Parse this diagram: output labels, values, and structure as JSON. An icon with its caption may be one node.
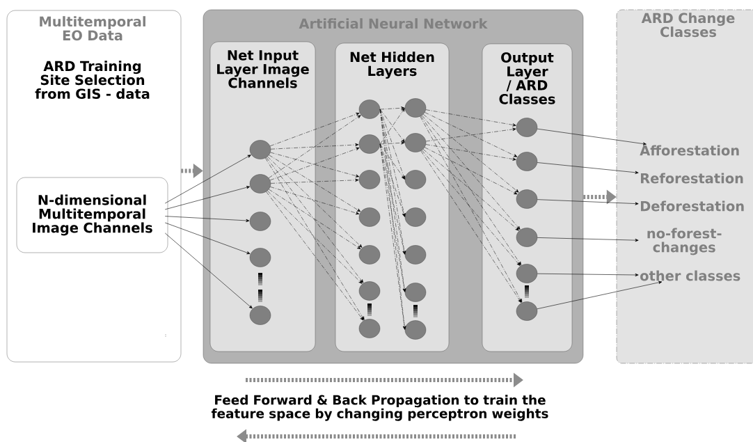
{
  "diagram": {
    "nodes": [
      {
        "text": [
          "Multitemporal EO Data",
          "ARD Training Site Selection from GIS - data"
        ]
      },
      {
        "text": [
          "N-dimensional Multitemporal Image Channels"
        ],
        "in": 0
      },
      {
        "text": [
          "Artificial Neural Network"
        ]
      },
      {
        "text": [
          "Net Input Layer Image Channels"
        ],
        "in": 2
      },
      {
        "text": [
          "Net Hidden Layers"
        ],
        "in": 2
      },
      {
        "text": [
          "Output Layer / ARD Classes"
        ],
        "in": 2
      },
      {
        "text": [
          "ARD Change Classes"
        ]
      },
      {
        "text": [
          "Afforestation"
        ],
        "in": 6
      },
      {
        "text": [
          "Reforestation"
        ],
        "in": 6
      },
      {
        "text": [
          "Deforestation"
        ],
        "in": 6
      },
      {
        "text": [
          "no-forest- changes"
        ],
        "in": 6
      },
      {
        "text": [
          "other classes"
        ],
        "in": 6
      },
      {
        "text": [],
        "shape": "circle",
        "in": 3
      },
      {
        "text": [],
        "shape": "circle",
        "in": 3
      },
      {
        "text": [],
        "shape": "circle",
        "in": 3
      },
      {
        "text": [],
        "shape": "circle",
        "in": 3
      },
      {
        "text": [],
        "shape": "circle",
        "in": 3
      },
      {
        "text": [],
        "shape": "circle",
        "in": 4
      },
      {
        "text": [],
        "shape": "circle",
        "in": 4
      },
      {
        "text": [],
        "shape": "circle",
        "in": 4
      },
      {
        "text": [],
        "shape": "circle",
        "in": 4
      },
      {
        "text": [],
        "shape": "circle",
        "in": 4
      },
      {
        "text": [],
        "shape": "circle",
        "in": 4
      },
      {
        "text": [],
        "shape": "circle",
        "in": 4
      },
      {
        "text": [],
        "shape": "circle",
        "in": 4
      },
      {
        "text": [],
        "shape": "circle",
        "in": 4
      },
      {
        "text": [],
        "shape": "circle",
        "in": 4
      },
      {
        "text": [],
        "shape": "circle",
        "in": 4
      },
      {
        "text": [],
        "shape": "circle",
        "in": 4
      },
      {
        "text": [],
        "shape": "circle",
        "in": 4
      },
      {
        "text": [],
        "shape": "circle",
        "in": 4
      },
      {
        "text": [],
        "shape": "circle",
        "in": 5
      },
      {
        "text": [],
        "shape": "circle",
        "in": 5
      },
      {
        "text": [],
        "shape": "circle",
        "in": 5
      },
      {
        "text": [],
        "shape": "circle",
        "in": 5
      },
      {
        "text": [],
        "shape": "circle",
        "in": 5
      },
      {
        "text": [],
        "shape": "circle",
        "in": 5
      }
    ],
    "edges": [
      {
        "from": 0,
        "to": 2,
        "arrow": "to",
        "style": "dashed",
        "color": "#8c8c8c"
      },
      {
        "from": 2,
        "to": 6,
        "arrow": "to",
        "style": "dashed",
        "color": "#8c8c8c"
      },
      {
        "from": 1,
        "to": 12,
        "arrow": "to"
      },
      {
        "from": 1,
        "to": 13,
        "arrow": "to"
      },
      {
        "from": 1,
        "to": 14,
        "arrow": "to"
      },
      {
        "from": 1,
        "to": 15,
        "arrow": "to"
      },
      {
        "from": 1,
        "to": 16,
        "arrow": "to"
      },
      {
        "from": 12,
        "to": 17,
        "arrow": "to",
        "style": "dashed"
      },
      {
        "from": 12,
        "to": 18,
        "arrow": "to",
        "style": "dashed"
      },
      {
        "from": 12,
        "to": 19,
        "arrow": "to",
        "style": "dashed"
      },
      {
        "from": 12,
        "to": 20,
        "arrow": "to",
        "style": "dashed"
      },
      {
        "from": 12,
        "to": 21,
        "arrow": "to",
        "style": "dashed"
      },
      {
        "from": 12,
        "to": 22,
        "arrow": "to",
        "style": "dashed"
      },
      {
        "from": 12,
        "to": 23,
        "arrow": "to",
        "style": "dashed"
      },
      {
        "from": 13,
        "to": 17,
        "arrow": "to",
        "style": "dashed"
      },
      {
        "from": 13,
        "to": 18,
        "arrow": "to",
        "style": "dashed"
      },
      {
        "from": 13,
        "to": 19,
        "arrow": "to",
        "style": "dashed"
      },
      {
        "from": 13,
        "to": 20,
        "arrow": "to",
        "style": "dashed"
      },
      {
        "from": 13,
        "to": 21,
        "arrow": "to",
        "style": "dashed"
      },
      {
        "from": 13,
        "to": 22,
        "arrow": "to",
        "style": "dashed"
      },
      {
        "from": 13,
        "to": 23,
        "arrow": "to",
        "style": "dashed"
      },
      {
        "from": 17,
        "to": 24,
        "arrow": "to",
        "style": "dashed"
      },
      {
        "from": 17,
        "to": 25,
        "arrow": "to",
        "style": "dashed"
      },
      {
        "from": 17,
        "to": 26,
        "arrow": "to",
        "style": "dashed"
      },
      {
        "from": 17,
        "to": 27,
        "arrow": "to",
        "style": "dashed"
      },
      {
        "from": 17,
        "to": 28,
        "arrow": "to",
        "style": "dashed"
      },
      {
        "from": 17,
        "to": 29,
        "arrow": "to",
        "style": "dashed"
      },
      {
        "from": 17,
        "to": 30,
        "arrow": "to",
        "style": "dashed"
      },
      {
        "from": 18,
        "to": 24,
        "arrow": "to",
        "style": "dashed"
      },
      {
        "from": 18,
        "to": 25,
        "arrow": "to",
        "style": "dashed"
      },
      {
        "from": 18,
        "to": 26,
        "arrow": "to",
        "style": "dashed"
      },
      {
        "from": 18,
        "to": 27,
        "arrow": "to",
        "style": "dashed"
      },
      {
        "from": 18,
        "to": 28,
        "arrow": "to",
        "style": "dashed"
      },
      {
        "from": 18,
        "to": 29,
        "arrow": "to",
        "style": "dashed"
      },
      {
        "from": 18,
        "to": 30,
        "arrow": "to",
        "style": "dashed"
      },
      {
        "from": 24,
        "to": 31,
        "arrow": "to",
        "style": "dashed"
      },
      {
        "from": 24,
        "to": 32,
        "arrow": "to",
        "style": "dashed"
      },
      {
        "from": 24,
        "to": 33,
        "arrow": "to",
        "style": "dashed"
      },
      {
        "from": 24,
        "to": 34,
        "arrow": "to",
        "style": "dashed"
      },
      {
        "from": 24,
        "to": 35,
        "arrow": "to",
        "style": "dashed"
      },
      {
        "from": 24,
        "to": 36,
        "arrow": "to",
        "style": "dashed"
      },
      {
        "from": 25,
        "to": 31,
        "arrow": "to",
        "style": "dashed"
      },
      {
        "from": 25,
        "to": 32,
        "arrow": "to",
        "style": "dashed"
      },
      {
        "from": 25,
        "to": 33,
        "arrow": "to",
        "style": "dashed"
      },
      {
        "from": 25,
        "to": 34,
        "arrow": "to",
        "style": "dashed"
      },
      {
        "from": 25,
        "to": 35,
        "arrow": "to",
        "style": "dashed"
      },
      {
        "from": 25,
        "to": 36,
        "arrow": "to",
        "style": "dashed"
      },
      {
        "from": 31,
        "to": 7,
        "arrow": "to"
      },
      {
        "from": 32,
        "to": 8,
        "arrow": "to"
      },
      {
        "from": 33,
        "to": 9,
        "arrow": "to"
      },
      {
        "from": 34,
        "to": 10,
        "arrow": "to"
      },
      {
        "from": 35,
        "to": 11,
        "arrow": "to"
      },
      {
        "from": 36,
        "to": 11,
        "arrow": "to"
      }
    ],
    "labels": [
      ":",
      "Feed Forward & Back Propagation to train the feature space by changing perceptron weights"
    ]
  }
}
